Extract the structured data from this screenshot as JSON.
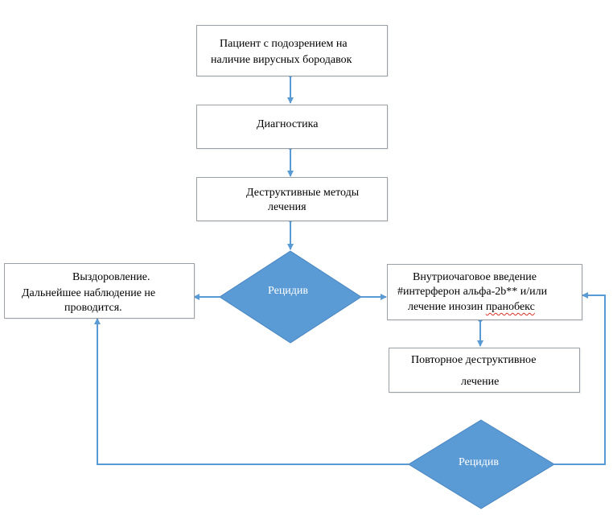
{
  "colors": {
    "connector": "#5b9bd5",
    "decision_fill": "#5b9bd5",
    "box_border": "#9aa0a6"
  },
  "nodes": {
    "patient": {
      "lines": [
        "Пациент с подозрением на",
        "наличие вирусных бородавок"
      ]
    },
    "diagnostics": {
      "lines": [
        "Диагностика"
      ]
    },
    "destructive": {
      "lines": [
        "Деструктивные методы",
        "лечения"
      ]
    },
    "recovery": {
      "lines": [
        "Выздоровление.",
        "Дальнейшее наблюдение не",
        "проводится."
      ]
    },
    "relapse1": {
      "label": "Рецидив"
    },
    "intralesional": {
      "line1": "Внутриочаговое введение",
      "line2": "#интерферон альфа-2b** и/или",
      "line3_before": "лечение инозин ",
      "line3_marked": "пранобекс"
    },
    "repeat_destructive": {
      "lines": [
        "Повторное деструктивное",
        "лечение"
      ]
    },
    "relapse2": {
      "label": "Рецидив"
    }
  }
}
